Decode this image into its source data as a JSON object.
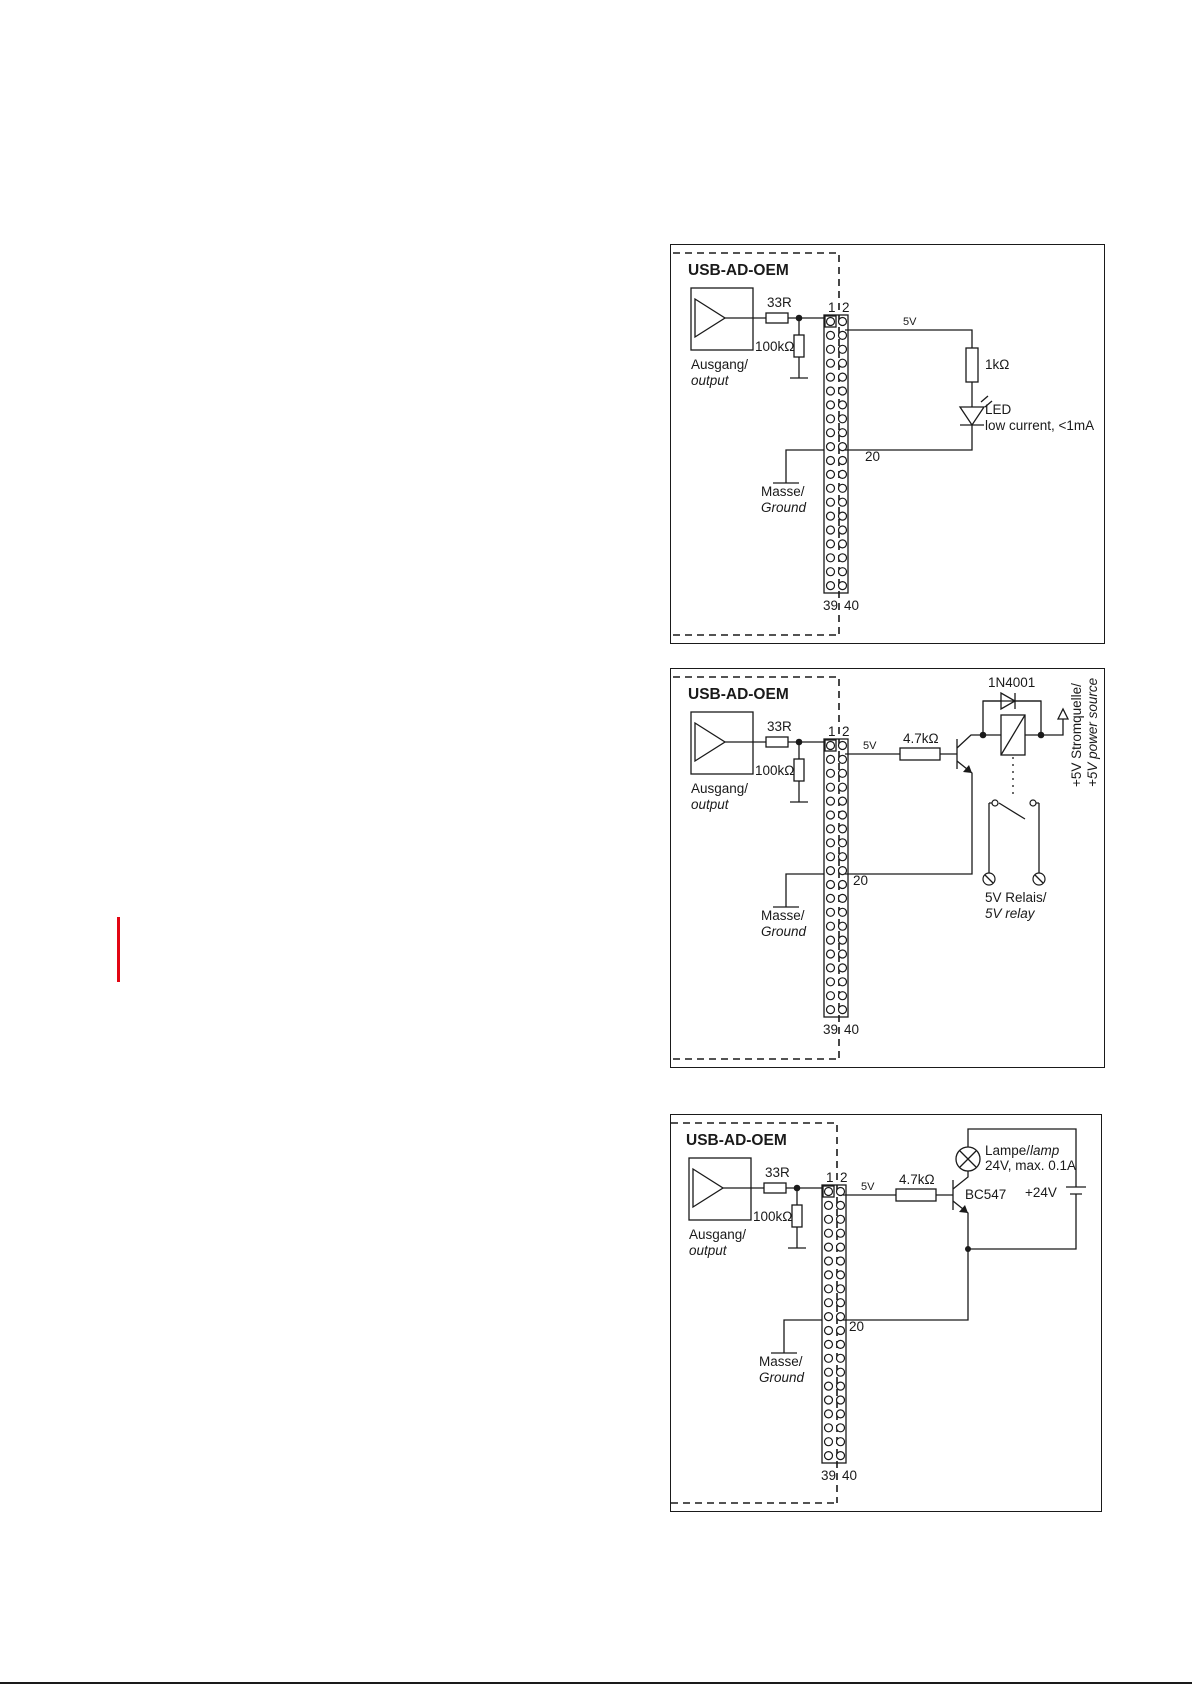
{
  "colors": {
    "accent": "#e20613",
    "ink": "#1a1a1a"
  },
  "common": {
    "device": "USB-AD-OEM",
    "r_series": "33R",
    "r_pull": "100kΩ",
    "output_de": "Ausgang/",
    "output_en": "output",
    "ground_de": "Masse/",
    "ground_en": "Ground",
    "pin_1": "1",
    "pin_2": "2",
    "pin_20": "20",
    "pin_39": "39",
    "pin_40": "40",
    "v5": "5V"
  },
  "led": {
    "resistor": "1kΩ",
    "led_label": "LED",
    "led_desc": "low current, <1mA"
  },
  "relay": {
    "resistor": "4.7kΩ",
    "diode": "1N4001",
    "supply_de": "+5V Stromquelle/",
    "supply_en": "+5V power source",
    "relay_de": "5V Relais/",
    "relay_en": "5V relay"
  },
  "lamp": {
    "resistor": "4.7kΩ",
    "transistor": "BC547",
    "supply": "+24V",
    "lamp_de": "Lampe/",
    "lamp_en": "lamp",
    "lamp_desc": "24V, max. 0.1A"
  }
}
